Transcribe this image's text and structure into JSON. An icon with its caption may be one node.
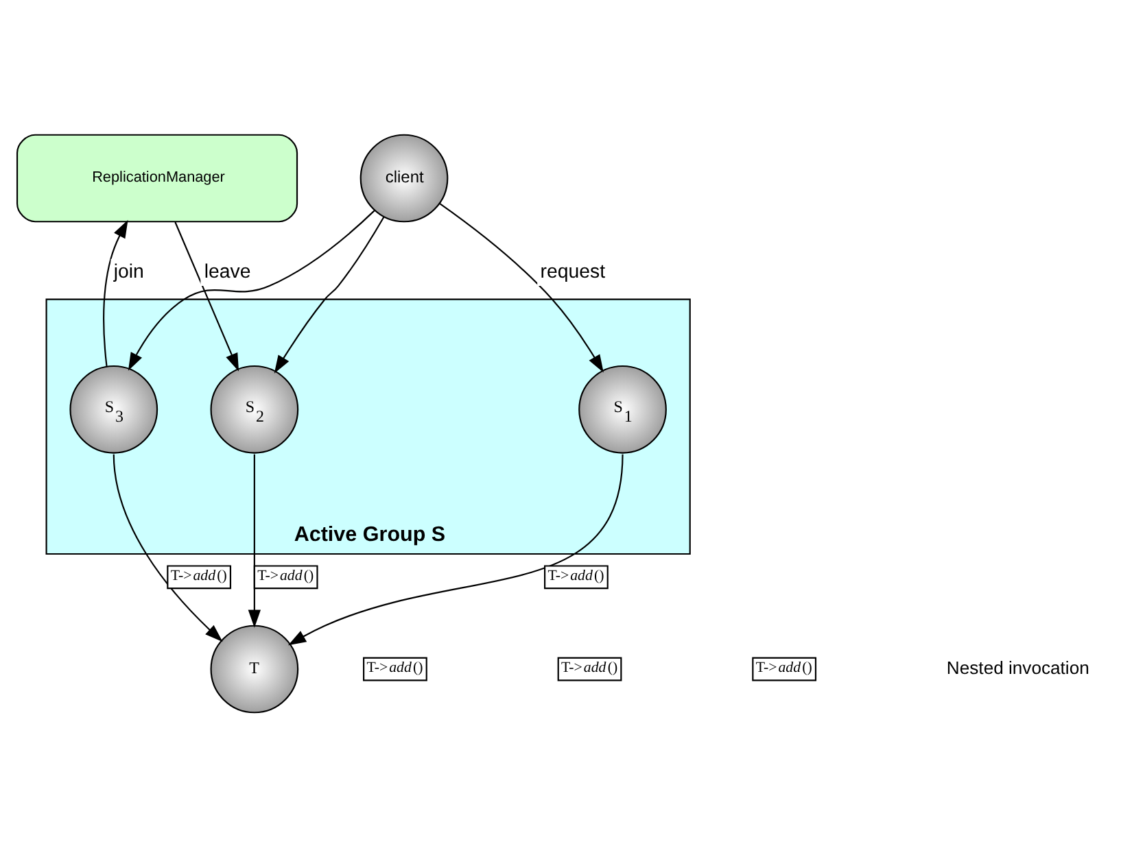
{
  "diagram": {
    "nodes": [
      {
        "text": [
          "ReplicationManager"
        ]
      },
      {
        "text": [
          "Active Group S"
        ]
      },
      {
        "text": [
          "client"
        ]
      },
      {
        "text": [
          "S$_{1}$"
        ],
        "in": 1
      },
      {
        "text": [
          "S$_{2}$"
        ],
        "in": 1
      },
      {
        "text": [
          "S$_{3}$"
        ],
        "in": 1
      },
      {
        "text": [
          "T"
        ]
      }
    ],
    "edges": [
      {
        "from": 0,
        "to": 4,
        "arrow": "to",
        "label": "leave"
      },
      {
        "from": 5,
        "to": 0,
        "arrow": "to",
        "label": "join"
      },
      {
        "from": 2,
        "to": 3,
        "arrow": "to",
        "label": "request"
      },
      {
        "from": 2,
        "to": 4,
        "arrow": "to"
      },
      {
        "from": 2,
        "to": 5,
        "arrow": "to"
      },
      {
        "from": 3,
        "to": 6,
        "arrow": "to",
        "label": "T->*add*()"
      },
      {
        "from": 4,
        "to": 6,
        "arrow": "to",
        "label": "T->*add*()"
      },
      {
        "from": 5,
        "to": 6,
        "arrow": "to",
        "label": "T->*add*()"
      }
    ],
    "labels": [
      "T->*add*()",
      "T->*add*()",
      "T->*add*()",
      "Nested invocation"
    ]
  }
}
